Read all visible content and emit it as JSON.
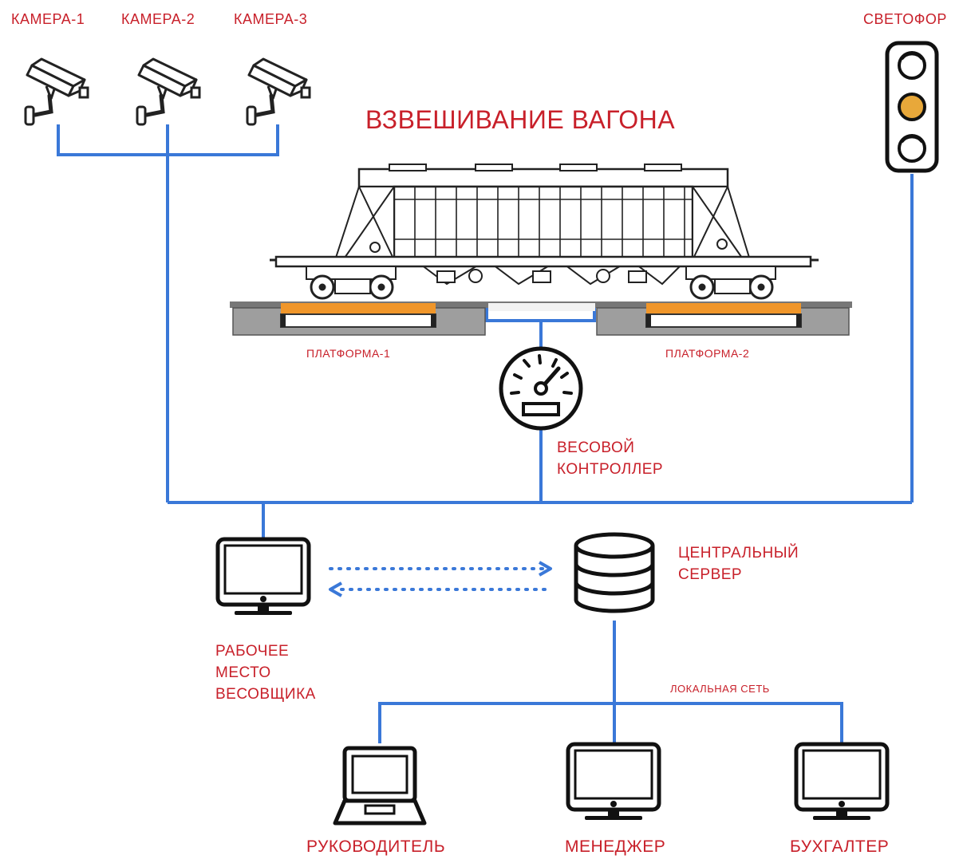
{
  "title": "ВЗВЕШИВАНИЕ ВАГОНА",
  "cameras": [
    {
      "label": "КАМЕРА-1"
    },
    {
      "label": "КАМЕРА-2"
    },
    {
      "label": "КАМЕРА-3"
    }
  ],
  "traffic_light": {
    "label": "СВЕТОФОР"
  },
  "platforms": [
    {
      "label": "ПЛАТФОРМА-1"
    },
    {
      "label": "ПЛАТФОРМА-2"
    }
  ],
  "controller": {
    "line1": "ВЕСОВОЙ",
    "line2": "КОНТРОЛЛЕР"
  },
  "workstation": {
    "line1": "РАБОЧЕЕ",
    "line2": "МЕСТО",
    "line3": "ВЕСОВЩИКА"
  },
  "server": {
    "line1": "ЦЕНТРАЛЬНЫЙ",
    "line2": "СЕРВЕР"
  },
  "network": {
    "label": "ЛОКАЛЬНАЯ СЕТЬ"
  },
  "clients": [
    {
      "label": "РУКОВОДИТЕЛЬ"
    },
    {
      "label": "МЕНЕДЖЕР"
    },
    {
      "label": "БУХГАЛТЕР"
    }
  ],
  "colors": {
    "connection": "#3a78d8",
    "label": "#c8202a",
    "platform": "#f0962a",
    "lamp_active": "#e8a83a"
  }
}
